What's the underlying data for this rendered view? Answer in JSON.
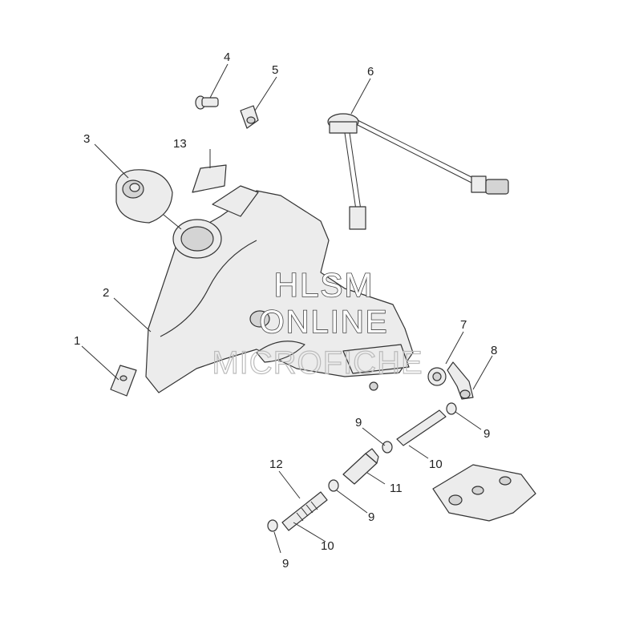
{
  "callouts": [
    {
      "id": "1",
      "text": "1"
    },
    {
      "id": "2",
      "text": "2"
    },
    {
      "id": "3",
      "text": "3"
    },
    {
      "id": "4",
      "text": "4"
    },
    {
      "id": "5",
      "text": "5"
    },
    {
      "id": "6",
      "text": "6"
    },
    {
      "id": "7",
      "text": "7"
    },
    {
      "id": "8",
      "text": "8"
    },
    {
      "id": "9a",
      "text": "9"
    },
    {
      "id": "9b",
      "text": "9"
    },
    {
      "id": "9c",
      "text": "9"
    },
    {
      "id": "9d",
      "text": "9"
    },
    {
      "id": "10a",
      "text": "10"
    },
    {
      "id": "10b",
      "text": "10"
    },
    {
      "id": "11",
      "text": "11"
    },
    {
      "id": "12",
      "text": "12"
    },
    {
      "id": "13",
      "text": "13"
    }
  ],
  "watermark": {
    "line1": "HLSM",
    "line2": "ONLINE",
    "line3": "MICROFICHE"
  }
}
